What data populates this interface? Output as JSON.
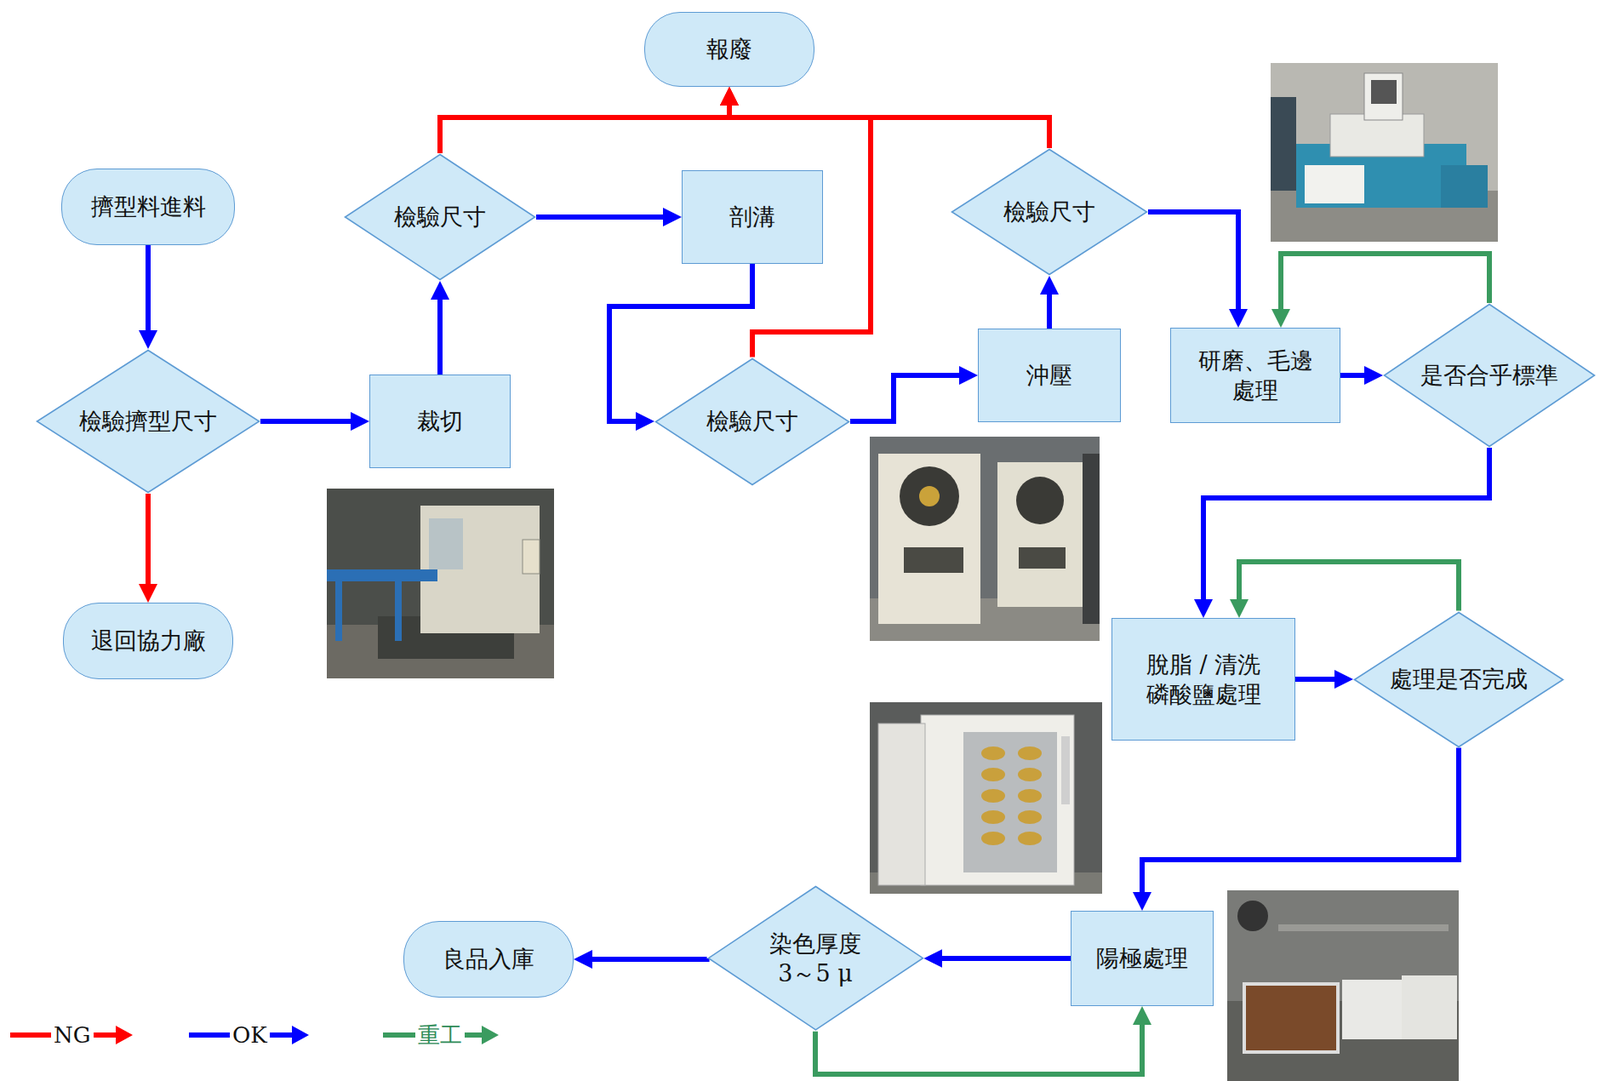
{
  "diagram": {
    "nodes": [
      {
        "text": [
          "擠型料進料"
        ]
      },
      {
        "text": [
          "檢驗擠型尺寸"
        ]
      },
      {
        "text": [
          "退回協力廠"
        ]
      },
      {
        "text": [
          "裁切"
        ]
      },
      {
        "text": [
          "檢驗尺寸"
        ]
      },
      {
        "text": [
          "報廢"
        ]
      },
      {
        "text": [
          "剖溝"
        ]
      },
      {
        "text": [
          "檢驗尺寸"
        ]
      },
      {
        "text": [
          "沖壓"
        ]
      },
      {
        "text": [
          "檢驗尺寸"
        ]
      },
      {
        "text": [
          "研磨、毛邊 處理"
        ]
      },
      {
        "text": [
          "是否合乎標準"
        ]
      },
      {
        "text": [
          "脫脂 / 清洗 磷酸鹽處理"
        ]
      },
      {
        "text": [
          "處理是否完成"
        ]
      },
      {
        "text": [
          "陽極處理"
        ]
      },
      {
        "text": [
          "染色厚度 3～5 μ"
        ]
      },
      {
        "text": [
          "良品入庫"
        ]
      }
    ],
    "edges": [
      {
        "from": 0,
        "to": 1,
        "arrow": "to"
      },
      {
        "from": 1,
        "to": 2,
        "arrow": "to"
      },
      {
        "from": 1,
        "to": 3,
        "arrow": "to"
      },
      {
        "from": 3,
        "to": 4,
        "arrow": "to"
      },
      {
        "from": 4,
        "to": 5,
        "arrow": "to"
      },
      {
        "from": 4,
        "to": 6,
        "arrow": "to"
      },
      {
        "from": 6,
        "to": 7,
        "arrow": "to"
      },
      {
        "from": 7,
        "to": 5,
        "arrow": "to"
      },
      {
        "from": 7,
        "to": 8,
        "arrow": "to"
      },
      {
        "from": 8,
        "to": 9,
        "arrow": "to"
      },
      {
        "from": 9,
        "to": 5,
        "arrow": "to"
      },
      {
        "from": 9,
        "to": 10,
        "arrow": "to"
      },
      {
        "from": 10,
        "to": 11,
        "arrow": "to"
      },
      {
        "from": 11,
        "to": 10,
        "arrow": "to"
      },
      {
        "from": 11,
        "to": 12,
        "arrow": "to"
      },
      {
        "from": 12,
        "to": 13,
        "arrow": "to"
      },
      {
        "from": 13,
        "to": 12,
        "arrow": "to"
      },
      {
        "from": 13,
        "to": 14,
        "arrow": "to"
      },
      {
        "from": 14,
        "to": 15,
        "arrow": "to"
      },
      {
        "from": 15,
        "to": 16,
        "arrow": "to"
      },
      {
        "from": 15,
        "to": 14,
        "arrow": "to"
      }
    ],
    "legend": [
      {
        "text": "NG",
        "color": "#ff0000"
      },
      {
        "text": "OK",
        "color": "#0000ff"
      },
      {
        "text": "重工",
        "color": "#3a9b5f"
      }
    ]
  }
}
